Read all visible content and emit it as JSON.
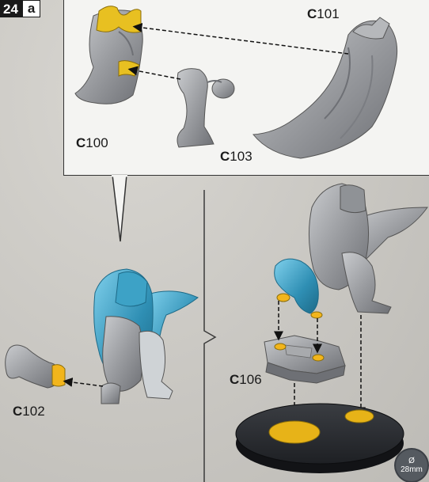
{
  "step": {
    "number": "24",
    "sub": "a"
  },
  "labels": {
    "c100": {
      "prefix": "C",
      "num": "100"
    },
    "c101": {
      "prefix": "C",
      "num": "101"
    },
    "c102": {
      "prefix": "C",
      "num": "102"
    },
    "c103": {
      "prefix": "C",
      "num": "103"
    },
    "c106": {
      "prefix": "C",
      "num": "106"
    }
  },
  "base_badge": {
    "symbol": "Ø",
    "size": "28mm"
  },
  "colors": {
    "part_grey": "#9a9ca0",
    "part_dark": "#6e7075",
    "highlight_blue": "#2f8fb4",
    "glue_yellow": "#f2b51c",
    "base_black": "#1e2024"
  },
  "icons": [
    "arrow-icon",
    "base-size-icon"
  ]
}
